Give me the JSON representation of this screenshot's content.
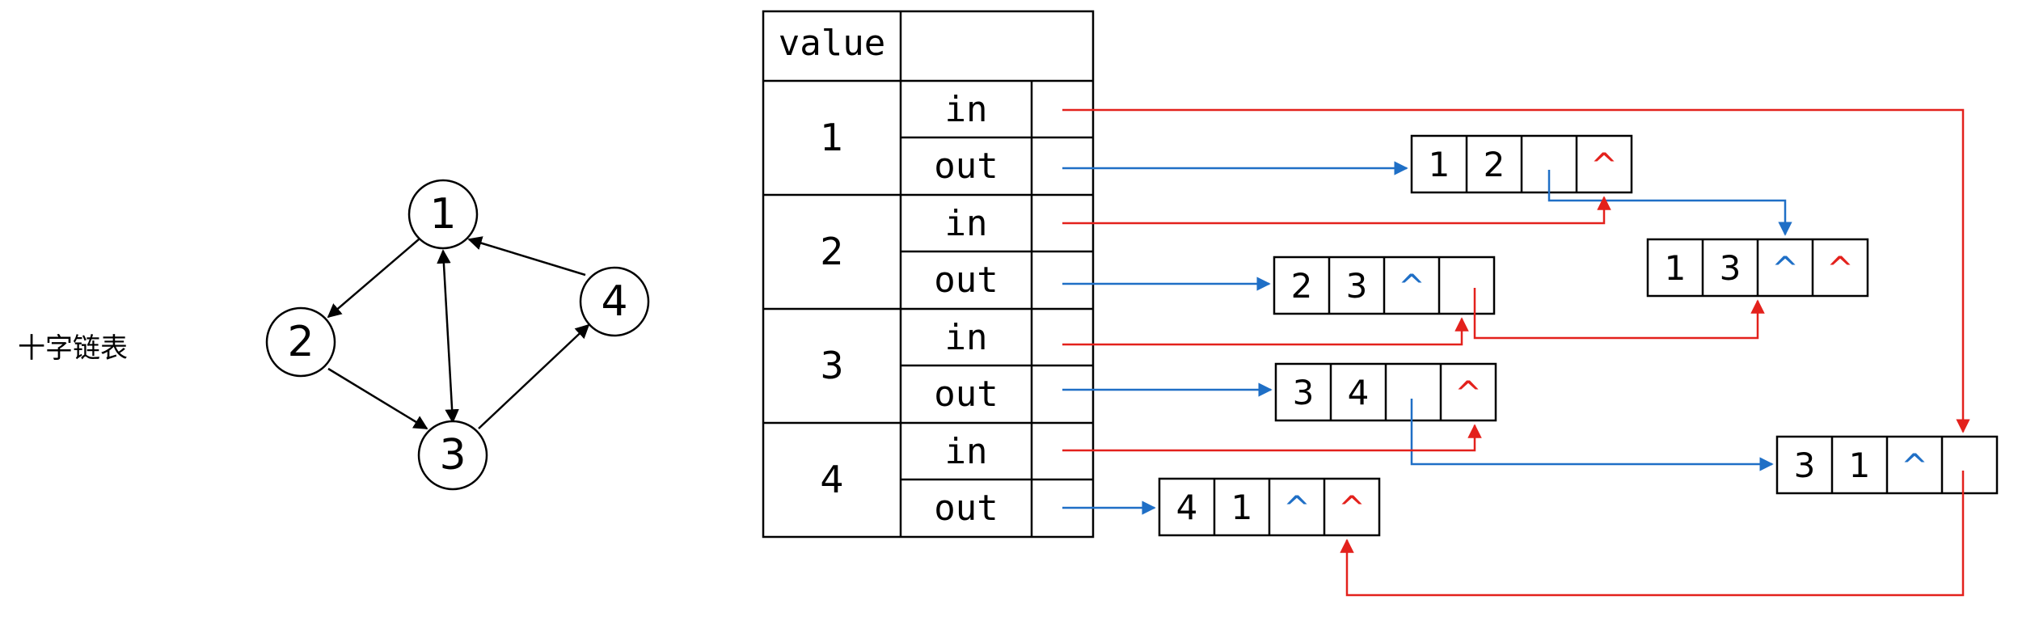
{
  "title": "十字链表",
  "graph": {
    "nodes": [
      {
        "id": "1",
        "label": "1"
      },
      {
        "id": "2",
        "label": "2"
      },
      {
        "id": "3",
        "label": "3"
      },
      {
        "id": "4",
        "label": "4"
      }
    ],
    "edges": [
      {
        "from": "1",
        "to": "2"
      },
      {
        "from": "2",
        "to": "3"
      },
      {
        "from": "3",
        "to": "4"
      },
      {
        "from": "4",
        "to": "1"
      },
      {
        "from": "1",
        "to": "3"
      },
      {
        "from": "3",
        "to": "1"
      }
    ]
  },
  "table": {
    "header": "value",
    "rows": [
      {
        "value": "1",
        "in_label": "in",
        "out_label": "out"
      },
      {
        "value": "2",
        "in_label": "in",
        "out_label": "out"
      },
      {
        "value": "3",
        "in_label": "in",
        "out_label": "out"
      },
      {
        "value": "4",
        "in_label": "in",
        "out_label": "out"
      }
    ]
  },
  "arc_nodes": [
    {
      "tail": "1",
      "head": "2",
      "c3": "",
      "c4": "^"
    },
    {
      "tail": "1",
      "head": "3",
      "c3": "^",
      "c4": "^"
    },
    {
      "tail": "2",
      "head": "3",
      "c3": "^",
      "c4": ""
    },
    {
      "tail": "3",
      "head": "4",
      "c3": "",
      "c4": "^"
    },
    {
      "tail": "3",
      "head": "1",
      "c3": "^",
      "c4": ""
    },
    {
      "tail": "4",
      "head": "1",
      "c3": "^",
      "c4": "^"
    }
  ],
  "colors": {
    "out_link": "#1f6fc6",
    "in_link": "#e3211c",
    "stroke": "#000000"
  }
}
